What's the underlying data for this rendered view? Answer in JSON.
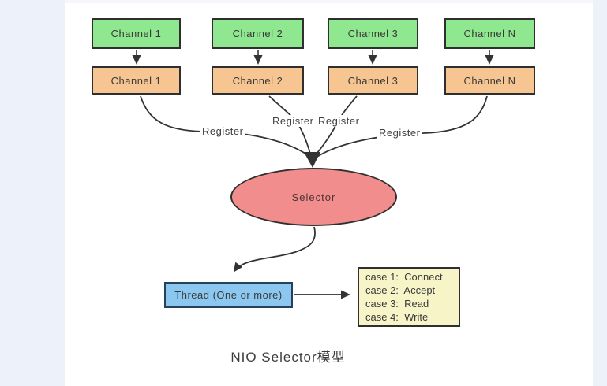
{
  "diagram": {
    "caption": "NIO Selector模型",
    "channels": [
      {
        "top_label": "Channel 1",
        "bottom_label": "Channel 1"
      },
      {
        "top_label": "Channel 2",
        "bottom_label": "Channel 2"
      },
      {
        "top_label": "Channel 3",
        "bottom_label": "Channel 3"
      },
      {
        "top_label": "Channel N",
        "bottom_label": "Channel N"
      }
    ],
    "register_labels": [
      "Register",
      "Register",
      "Register",
      "Register"
    ],
    "selector_label": "Selector",
    "thread_label": "Thread (One or more)",
    "case_lines": [
      "case 1:  Connect",
      "case 2:  Accept",
      "case 3:  Read",
      "case 4:  Write"
    ],
    "colors": {
      "channel_top_fill": "#8fe78f",
      "channel_bottom_fill": "#f7c591",
      "selector_fill": "#f18d8d",
      "thread_fill": "#8cc7f0",
      "case_fill": "#f7f5c8",
      "margin_strip": "#edf1f9",
      "line": "#333333"
    }
  }
}
